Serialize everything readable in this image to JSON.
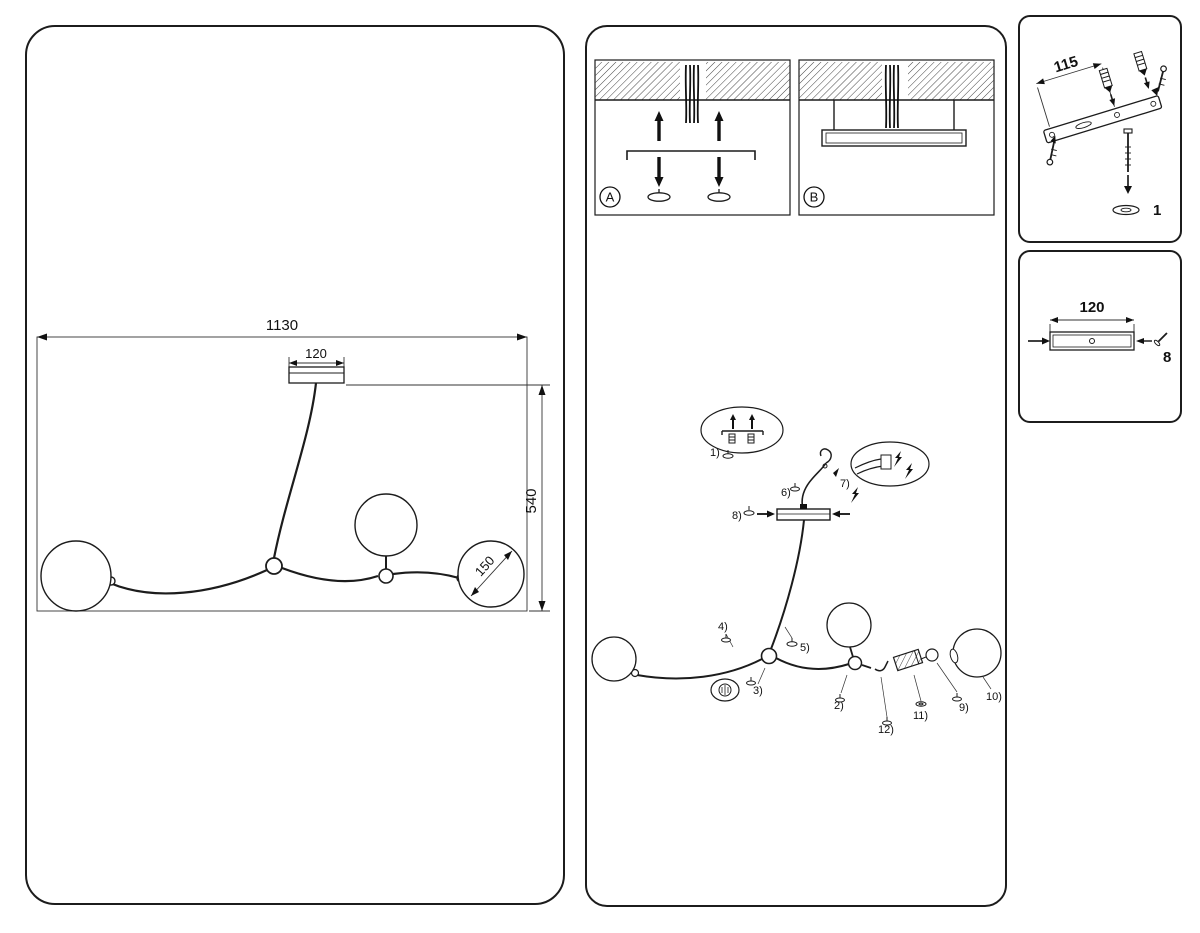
{
  "left_panel": {
    "dim_total_width": "1130",
    "dim_canopy_width": "120",
    "dim_height": "540",
    "dim_sphere_diameter": "150"
  },
  "middle_panel": {
    "option_a": "A",
    "option_b": "B",
    "part_labels": {
      "p1": "1)",
      "p2": "2)",
      "p3": "3)",
      "p4": "4)",
      "p5": "5)",
      "p6": "6)",
      "p7": "7)",
      "p8": "8)",
      "p9": "9)",
      "p10": "10)",
      "p11": "11)",
      "p12": "12)"
    }
  },
  "right_top_panel": {
    "dim_bracket_holes": "115",
    "part_label": "1"
  },
  "right_bottom_panel": {
    "dim_plate_width": "120",
    "part_label": "8"
  }
}
